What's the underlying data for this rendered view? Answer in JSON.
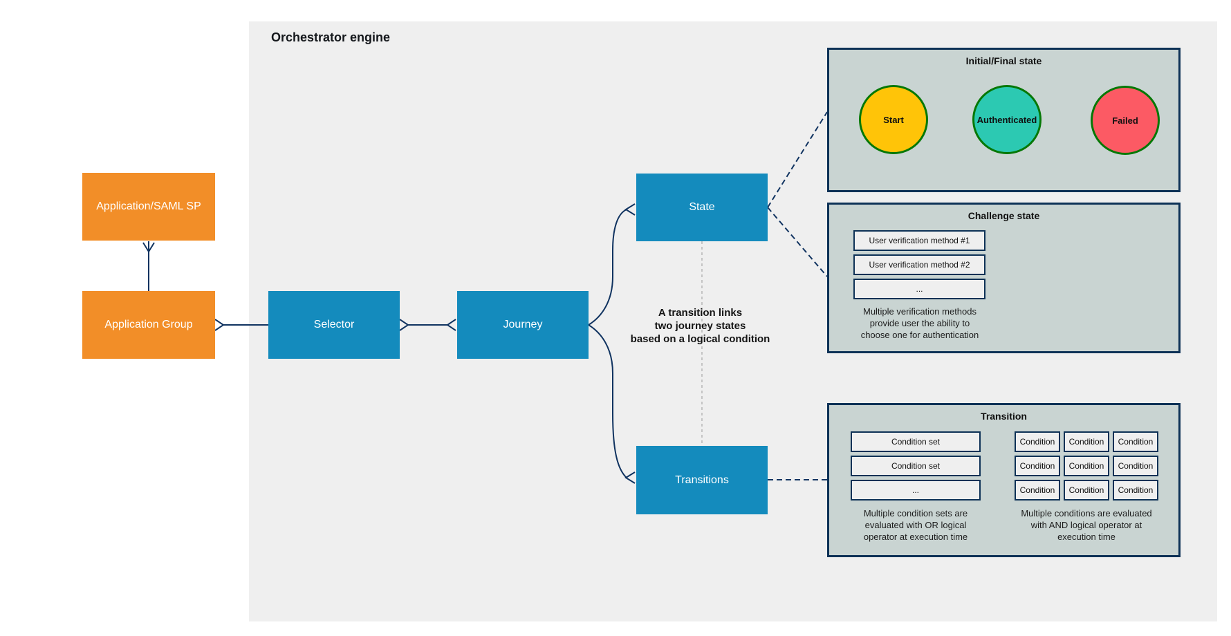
{
  "title": "Orchestrator engine",
  "nodes": {
    "app_saml": "Application/SAML SP",
    "app_group": "Application Group",
    "selector": "Selector",
    "journey": "Journey",
    "state": "State",
    "transitions": "Transitions"
  },
  "middle_note": [
    "A transition links",
    "two journey states",
    "based on a logical condition"
  ],
  "panels": {
    "initial_final": {
      "title": "Initial/Final state",
      "states": [
        {
          "label": "Start",
          "color": "#FFC408"
        },
        {
          "label": "Authenticated",
          "color": "#2CC9B2"
        },
        {
          "label": "Failed",
          "color": "#FC5A64"
        }
      ]
    },
    "challenge": {
      "title": "Challenge state",
      "methods": [
        "User verification method #1",
        "User verification method #2",
        "..."
      ],
      "note": [
        "Multiple verification methods",
        "provide user the ability to",
        "choose one for authentication"
      ]
    },
    "transition": {
      "title": "Transition",
      "condition_sets": [
        "Condition set",
        "Condition set",
        "..."
      ],
      "conditions": [
        "Condition",
        "Condition",
        "Condition",
        "Condition",
        "Condition",
        "Condition",
        "Condition",
        "Condition",
        "Condition"
      ],
      "or_note": [
        "Multiple condition sets are",
        "evaluated with OR logical",
        "operator at execution time"
      ],
      "and_note": [
        "Multiple conditions are evaluated",
        "with AND logical operator at",
        "execution time"
      ]
    }
  },
  "colors": {
    "node_orange": "#F28E28",
    "node_blue": "#148BBD",
    "edge_navy": "#103360",
    "engine_background": "#EFEFEF",
    "panel_fill": "#C9D4D2",
    "panel_border": "#0D3156",
    "circle_border_green": "#067806",
    "divider_gray": "#B5B5B5"
  }
}
